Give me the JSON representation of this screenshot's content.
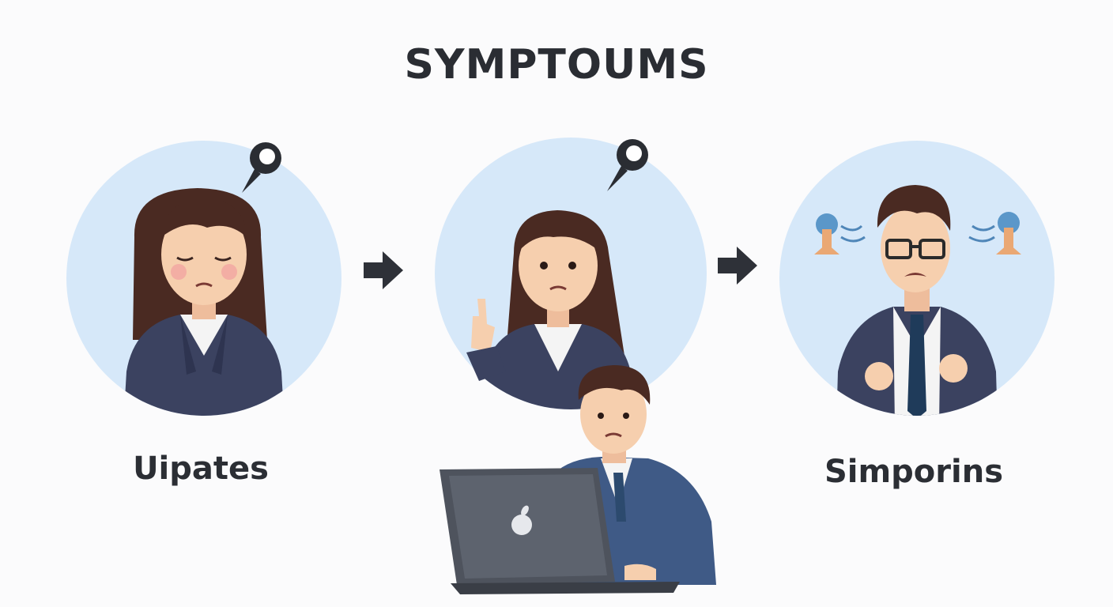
{
  "title": "SYMPTOUMS",
  "steps": [
    {
      "label": "Uipates"
    },
    {
      "label": ""
    },
    {
      "label": "Simporins"
    }
  ],
  "colors": {
    "circle": "#d6e8f9",
    "suit": "#3b4260",
    "hair": "#4a2a22",
    "skin": "#f6cfae",
    "arrow": "#2e3138",
    "text": "#2b2e34"
  },
  "icons": [
    "thought-bubble-icon",
    "arrow-right-icon",
    "apple-logo-icon",
    "sound-waves-icon",
    "tie-icon"
  ]
}
